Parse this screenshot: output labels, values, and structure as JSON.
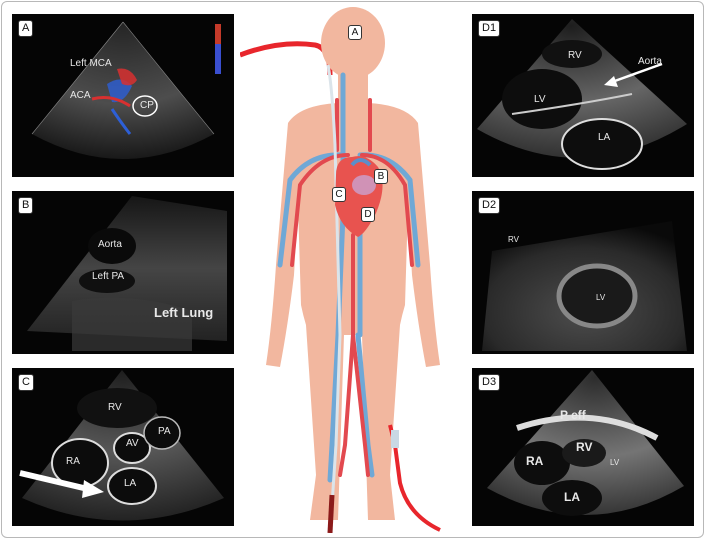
{
  "panels": {
    "A": {
      "tag": "A",
      "labels": {
        "mca": "Left MCA",
        "aca": "ACA",
        "cp": "CP"
      }
    },
    "B": {
      "tag": "B",
      "labels": {
        "aorta": "Aorta",
        "pa": "Left PA",
        "lung": "Left Lung"
      }
    },
    "C": {
      "tag": "C",
      "labels": {
        "rv": "RV",
        "av": "AV",
        "pa": "PA",
        "ra": "RA",
        "la": "LA"
      }
    },
    "D1": {
      "tag": "D1",
      "labels": {
        "rv": "RV",
        "aorta": "Aorta",
        "lv": "LV",
        "la": "LA"
      }
    },
    "D2": {
      "tag": "D2",
      "labels": {
        "rv": "RV",
        "lv": "LV"
      }
    },
    "D3": {
      "tag": "D3",
      "labels": {
        "peff": "P eff",
        "rv": "RV",
        "ra": "RA",
        "lv": "LV",
        "la": "LA"
      }
    }
  },
  "body_tags": {
    "A": "A",
    "B": "B",
    "C": "C",
    "D": "D"
  },
  "colors": {
    "skin": "#f2b79f",
    "artery": "#e2494f",
    "vein": "#6fa8d6",
    "catheter": "#e8262c",
    "heart": "#e8534f"
  }
}
